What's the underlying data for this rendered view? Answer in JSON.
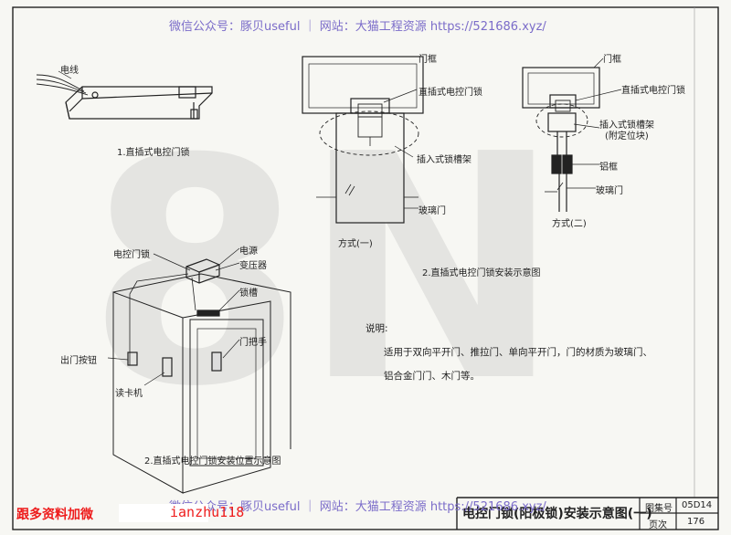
{
  "watermark": {
    "top": "微信公众号：豚贝useful ｜ 网站：大猫工程资源 https://521686.xyz/",
    "bottom": "微信公众号：豚贝useful ｜ 网站：大猫工程资源 https://521686.xyz/"
  },
  "figure1": {
    "label_wire": "电线",
    "caption": "1.直插式电控门锁"
  },
  "figure2": {
    "mode1": {
      "label_frame": "门框",
      "label_lock": "直插式电控门锁",
      "label_bracket": "插入式锁槽架",
      "label_glass": "玻璃门",
      "caption": "方式(一)"
    },
    "mode2": {
      "label_frame": "门框",
      "label_lock": "直插式电控门锁",
      "label_bracket": "插入式锁槽架",
      "label_bracket_note": "(附定位块)",
      "label_alframe": "铝框",
      "label_glass": "玻璃门",
      "caption": "方式(二)"
    },
    "caption": "2.直插式电控门锁安装示意图"
  },
  "figure3": {
    "label_lock": "电控门锁",
    "label_power": "电源",
    "label_transformer": "变压器",
    "label_slot": "锁槽",
    "label_handle": "门把手",
    "label_exit_button": "出门按钮",
    "label_card_reader": "读卡机",
    "caption": "2.直插式电控门锁安装位置示意图"
  },
  "notes": {
    "heading": "说明:",
    "line1": "适用于双向平开门、推拉门、单向平开门，门的材质为玻璃门、",
    "line2": "铝合金门门、木门等。"
  },
  "title_block": {
    "title": "电控门锁(阳极锁)安装示意图(一)",
    "set_label": "图集号",
    "set_value": "05D14",
    "page_label": "页次",
    "page_value": "176"
  },
  "footer": {
    "follow_text": "跟多资料加微",
    "wechat_id": "ianzhu118"
  }
}
